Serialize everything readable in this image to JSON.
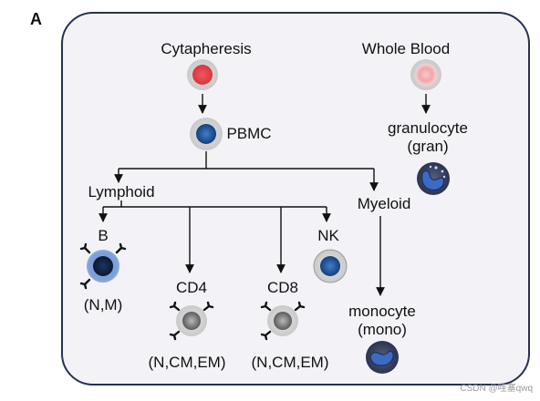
{
  "panel": {
    "letter": "A"
  },
  "sources": {
    "cytapheresis": "Cytapheresis",
    "whole_blood": "Whole Blood"
  },
  "cells": {
    "pbmc": "PBMC",
    "lymphoid": "Lymphoid",
    "myeloid": "Myeloid",
    "granulocyte": "granulocyte",
    "granulocyte_abbr": "(gran)",
    "b": "B",
    "b_subsets": "(N,M)",
    "cd4": "CD4",
    "cd4_subsets": "(N,CM,EM)",
    "cd8": "CD8",
    "cd8_subsets": "(N,CM,EM)",
    "nk": "NK",
    "monocyte": "monocyte",
    "monocyte_abbr": "(mono)"
  },
  "watermark": "CSDN @哇塞qwq",
  "colors": {
    "border": "#26324f",
    "panel_bg": "#f2f2f6",
    "red_cell": "#e84045",
    "pink_cell": "#f4a3a6",
    "pbmc_core": "#1c5fa8",
    "b_outer": "#7a9bd6",
    "t_cell": "#7b7b7b",
    "nk_core": "#2a5d9c",
    "myeloid_body": "#2e3a5c",
    "myeloid_nucleus": "#3a69c2"
  }
}
